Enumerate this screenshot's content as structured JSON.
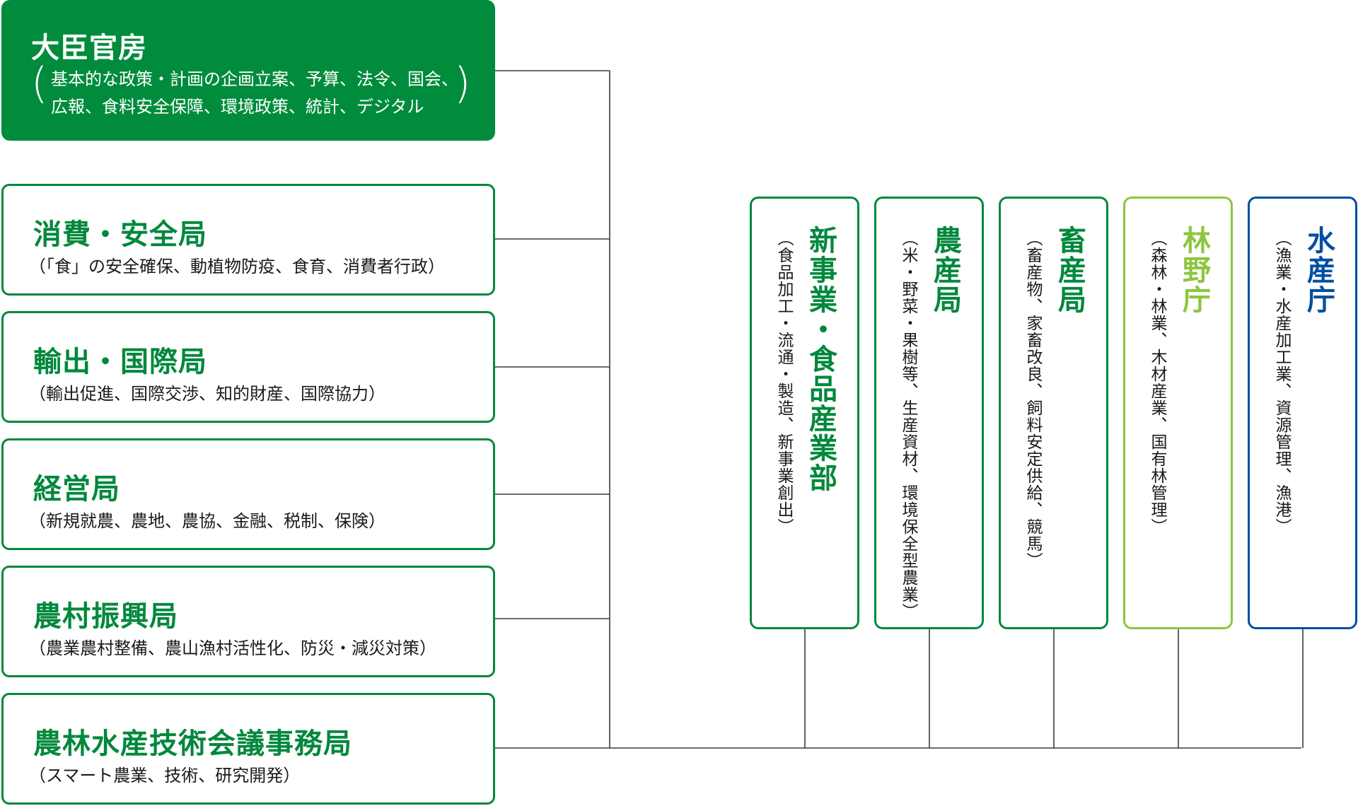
{
  "left_units": [
    {
      "name": "大臣官房",
      "desc_line1": "基本的な政策・計画の企画立案、予算、法令、国会、",
      "desc_line2": "広報、食料安全保障、環境政策、統計、デジタル",
      "paren_open": "(",
      "paren_close": ")"
    },
    {
      "name": "消費・安全局",
      "desc": "（「食」の安全確保、動植物防疫、食育、消費者行政）"
    },
    {
      "name": "輸出・国際局",
      "desc": "（輸出促進、国際交渉、知的財産、国際協力）"
    },
    {
      "name": "経営局",
      "desc": "（新規就農、農地、農協、金融、税制、保険）"
    },
    {
      "name": "農村振興局",
      "desc": "（農業農村整備、農山漁村活性化、防災・減災対策）"
    },
    {
      "name": "農林水産技術会議事務局",
      "desc": "（スマート農業、技術、研究開発）"
    }
  ],
  "right_units": [
    {
      "name": "新事業・食品産業部",
      "desc": "（食品加工・流通・製造、新事業創出）"
    },
    {
      "name": "農産局",
      "desc": "（米・野菜・果樹等、生産資材、環境保全型農業）"
    },
    {
      "name": "畜産局",
      "desc": "（畜産物、家畜改良、飼料安定供給、競馬）"
    },
    {
      "name": "林野庁",
      "desc": "（森林・林業、木材産業、国有林管理）"
    },
    {
      "name": "水産庁",
      "desc": "（漁業・水産加工業、資源管理、漁港）"
    }
  ],
  "colors": {
    "green": "#00883c",
    "main_fill": "#008c3c",
    "forest": "#8cc63f",
    "fisheries": "#004fa0",
    "line": "#3a3a3a"
  }
}
